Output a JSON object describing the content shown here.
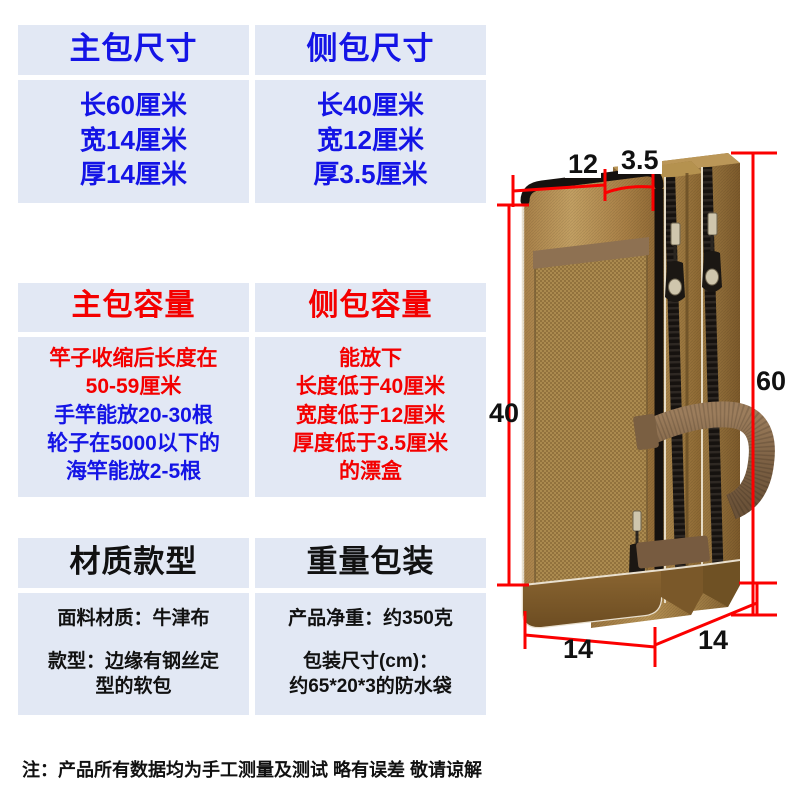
{
  "sections": [
    {
      "id": "dimensions",
      "columns": [
        {
          "title": "主包尺寸",
          "lines": [
            {
              "text": "长60厘米",
              "color": "blue"
            },
            {
              "text": "宽14厘米",
              "color": "blue"
            },
            {
              "text": "厚14厘米",
              "color": "blue"
            }
          ]
        },
        {
          "title": "侧包尺寸",
          "lines": [
            {
              "text": "长40厘米",
              "color": "blue"
            },
            {
              "text": "宽12厘米",
              "color": "blue"
            },
            {
              "text": "厚3.5厘米",
              "color": "blue"
            }
          ]
        }
      ]
    },
    {
      "id": "capacity",
      "columns": [
        {
          "title": "主包容量",
          "lines": [
            {
              "text": "竿子收缩后长度在",
              "color": "red"
            },
            {
              "text": "50-59厘米",
              "color": "red"
            },
            {
              "text": "手竿能放20-30根",
              "color": "blue"
            },
            {
              "text": "轮子在5000以下的",
              "color": "blue"
            },
            {
              "text": "海竿能放2-5根",
              "color": "blue"
            }
          ]
        },
        {
          "title": "侧包容量",
          "lines": [
            {
              "text": "能放下",
              "color": "red"
            },
            {
              "text": "长度低于40厘米",
              "color": "red"
            },
            {
              "text": "宽度低于12厘米",
              "color": "red"
            },
            {
              "text": "厚度低于3.5厘米",
              "color": "red"
            },
            {
              "text": "的漂盒",
              "color": "red"
            }
          ]
        }
      ]
    },
    {
      "id": "material-weight",
      "columns": [
        {
          "title": "材质款型",
          "lines": [
            {
              "text": "面料材质：牛津布",
              "color": "black"
            },
            {
              "text": "",
              "color": "black"
            },
            {
              "text": "款型：边缘有钢丝定",
              "color": "black"
            },
            {
              "text": "型的软包",
              "color": "black"
            }
          ]
        },
        {
          "title": "重量包装",
          "lines": [
            {
              "text": "产品净重：约350克",
              "color": "black"
            },
            {
              "text": "",
              "color": "black"
            },
            {
              "text": "包装尺寸(cm)：",
              "color": "black"
            },
            {
              "text": "约65*20*3的防水袋",
              "color": "black"
            }
          ]
        }
      ]
    }
  ],
  "footnote": "注：产品所有数据均为手工测量及测试 略有误差 敬请谅解",
  "photo": {
    "alt": "fishing-rod-bag-photo",
    "dimension_labels": {
      "side_width": "12",
      "side_thickness": "3.5",
      "main_length": "60",
      "side_length": "40",
      "bottom_width": "14",
      "bottom_depth": "14"
    }
  },
  "colors": {
    "box_background": "#e2e8f4",
    "blue_text": "#1414e6",
    "red_text": "#f40000",
    "black_text": "#111111",
    "dimension_line": "#fb0000",
    "bag_tan": "#b08c4f",
    "bag_dark": "#7b5c2e",
    "zipper_black": "#16120f",
    "strap_brown": "#8a6a4a"
  }
}
